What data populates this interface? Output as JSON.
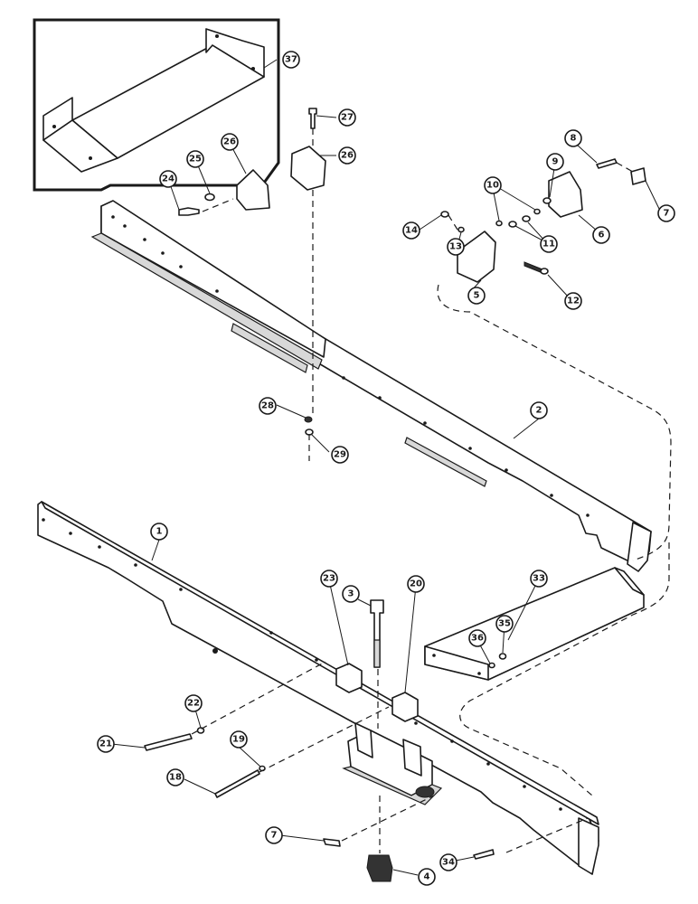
{
  "colors": {
    "ink": "#1a1a1a",
    "paper": "#ffffff",
    "shade": "#d8d8d8"
  },
  "callouts": [
    {
      "id": "c1",
      "number": "1"
    },
    {
      "id": "c2",
      "number": "2"
    },
    {
      "id": "c3",
      "number": "3"
    },
    {
      "id": "c4",
      "number": "4"
    },
    {
      "id": "c5",
      "number": "5"
    },
    {
      "id": "c6",
      "number": "6"
    },
    {
      "id": "c7a",
      "number": "7"
    },
    {
      "id": "c7b",
      "number": "7"
    },
    {
      "id": "c8",
      "number": "8"
    },
    {
      "id": "c9",
      "number": "9"
    },
    {
      "id": "c10",
      "number": "10"
    },
    {
      "id": "c11",
      "number": "11"
    },
    {
      "id": "c12",
      "number": "12"
    },
    {
      "id": "c13",
      "number": "13"
    },
    {
      "id": "c14",
      "number": "14"
    },
    {
      "id": "c18",
      "number": "18"
    },
    {
      "id": "c19",
      "number": "19"
    },
    {
      "id": "c20",
      "number": "20"
    },
    {
      "id": "c21",
      "number": "21"
    },
    {
      "id": "c22",
      "number": "22"
    },
    {
      "id": "c23",
      "number": "23"
    },
    {
      "id": "c24",
      "number": "24"
    },
    {
      "id": "c25",
      "number": "25"
    },
    {
      "id": "c26a",
      "number": "26"
    },
    {
      "id": "c26b",
      "number": "26"
    },
    {
      "id": "c27",
      "number": "27"
    },
    {
      "id": "c28",
      "number": "28"
    },
    {
      "id": "c29",
      "number": "29"
    },
    {
      "id": "c33",
      "number": "33"
    },
    {
      "id": "c34",
      "number": "34"
    },
    {
      "id": "c35",
      "number": "35"
    },
    {
      "id": "c36",
      "number": "36"
    },
    {
      "id": "c37",
      "number": "37"
    }
  ]
}
